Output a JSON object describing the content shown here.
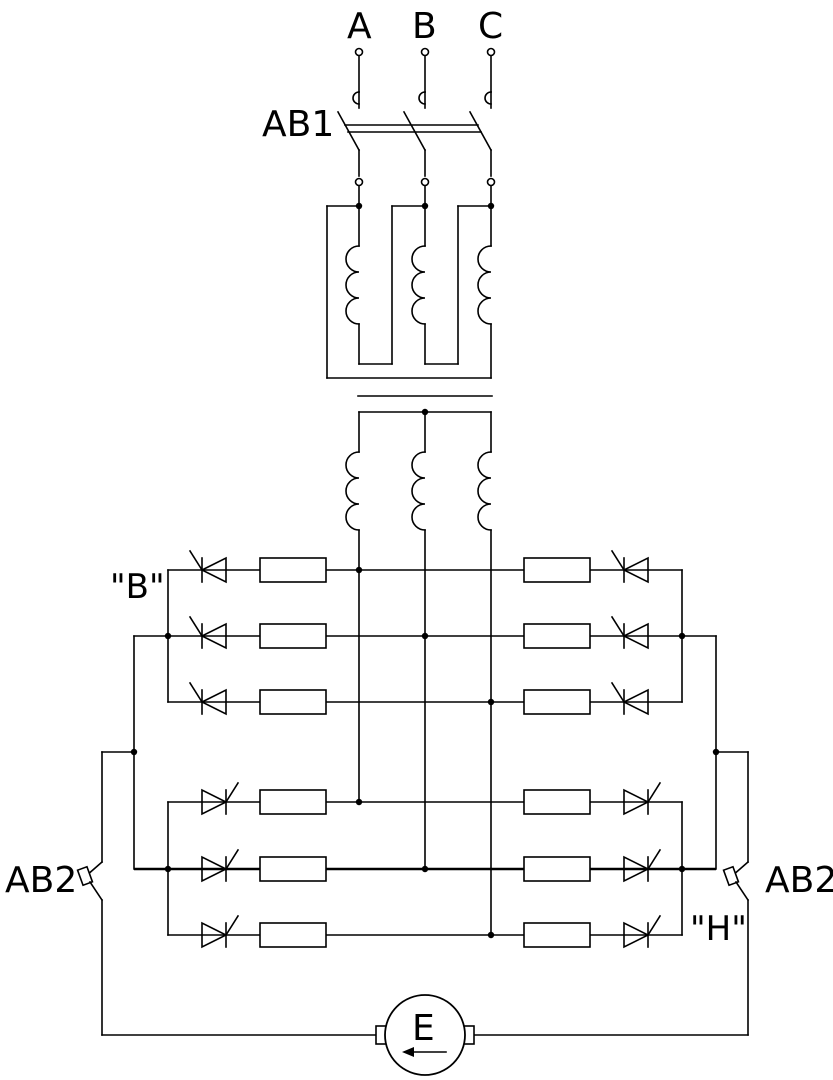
{
  "labels": {
    "phase_a": "A",
    "phase_b": "B",
    "phase_c": "C",
    "breaker_main": "AB1",
    "breaker_left": "AB2",
    "breaker_right": "AB2",
    "group_forward": "\"B\"",
    "group_reverse": "\"H\"",
    "motor": "E"
  }
}
